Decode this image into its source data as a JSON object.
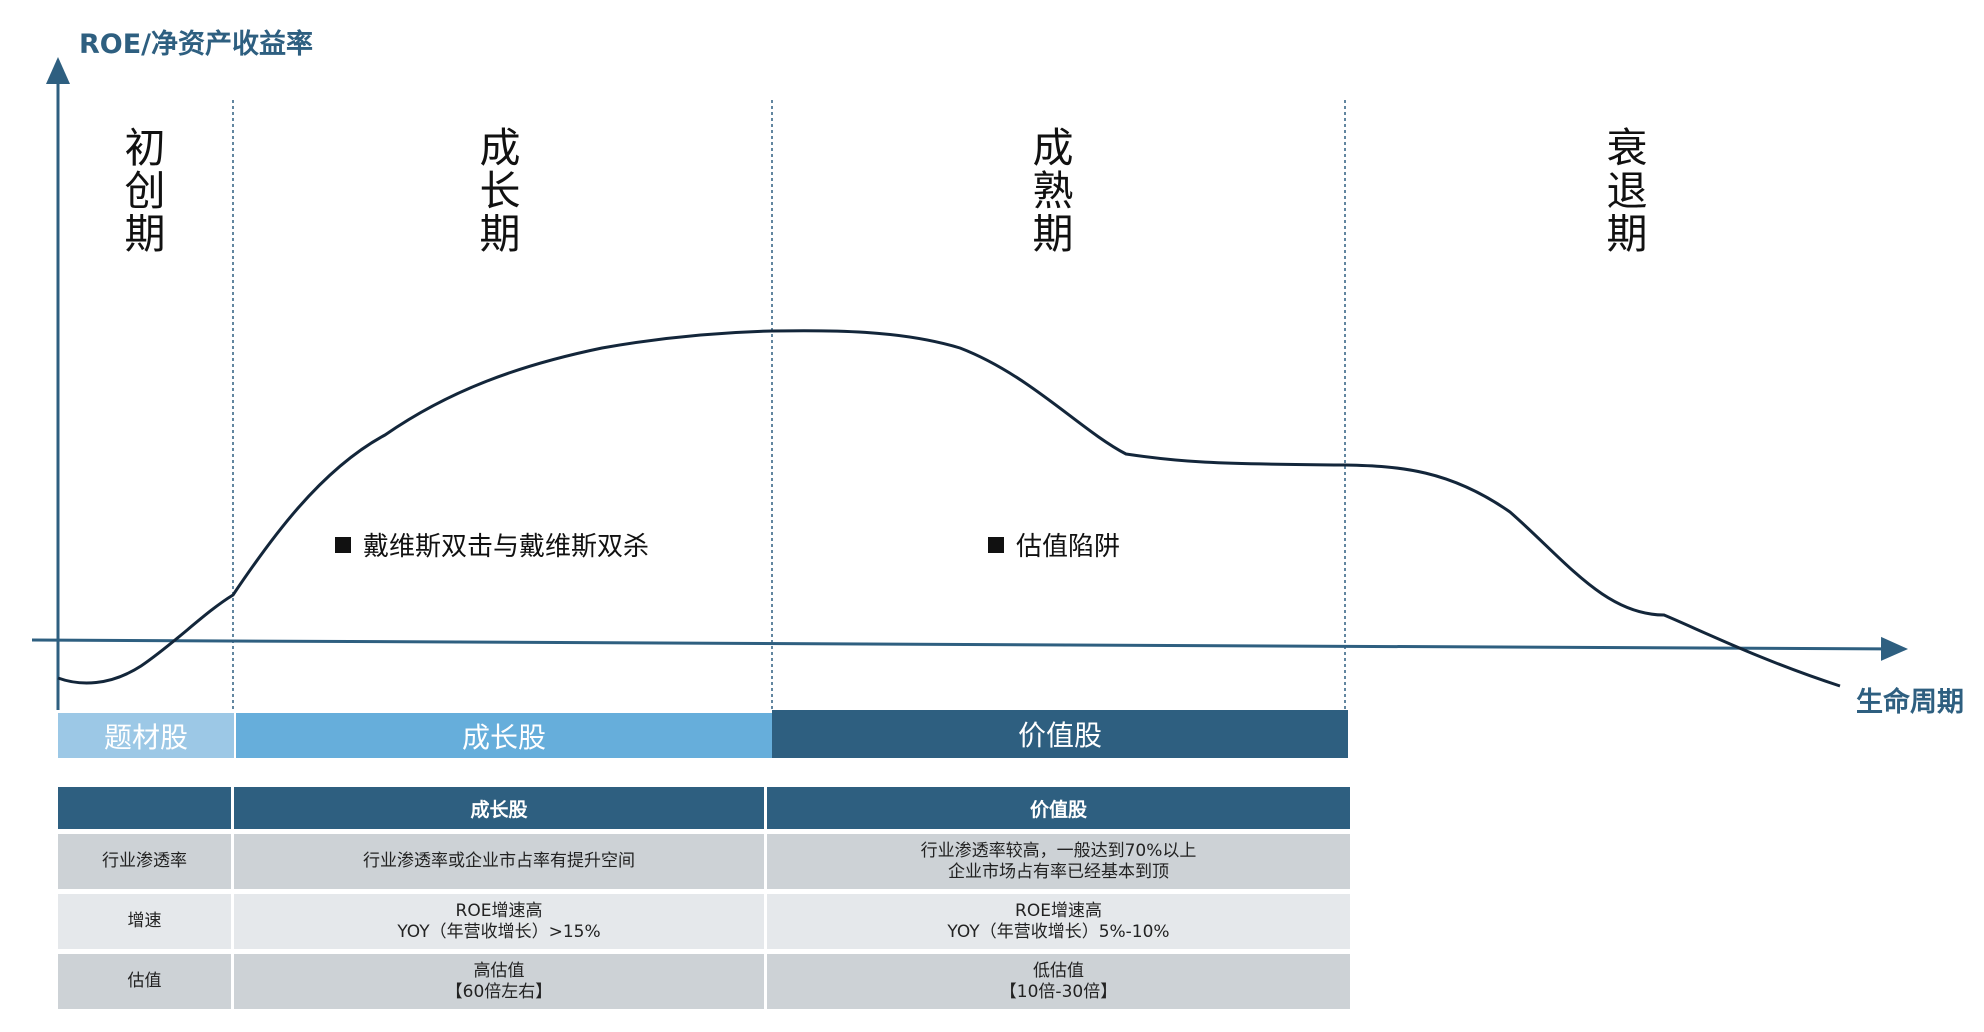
{
  "y_axis_label": "ROE/净资产收益率",
  "x_axis_label": "生命周期",
  "phases": [
    "初创期",
    "成长期",
    "成熟期",
    "衰退期"
  ],
  "annotations": [
    "戴维斯双击与戴维斯双杀",
    "估值陷阱"
  ],
  "stock_types": [
    {
      "label": "题材股",
      "color": "#9cc8e6"
    },
    {
      "label": "成长股",
      "color": "#66aedb"
    },
    {
      "label": "价值股",
      "color": "#2e5f80"
    }
  ],
  "table": {
    "headers": [
      "",
      "成长股",
      "价值股"
    ],
    "rows": [
      {
        "label": "行业渗透率",
        "growth": [
          "行业渗透率或企业市占率有提升空间"
        ],
        "value": [
          "行业渗透率较高，一般达到70%以上",
          "企业市场占有率已经基本到顶"
        ]
      },
      {
        "label": "增速",
        "growth": [
          "ROE增速高",
          "YOY（年营收增长）>15%"
        ],
        "value": [
          "ROE增速高",
          "YOY（年营收增长）5%-10%"
        ]
      },
      {
        "label": "估值",
        "growth": [
          "高估值",
          "【60倍左右】"
        ],
        "value": [
          "低估值",
          "【10倍-30倍】"
        ]
      }
    ]
  },
  "colors": {
    "accent": "#2e5f80",
    "curve": "#13263a"
  }
}
